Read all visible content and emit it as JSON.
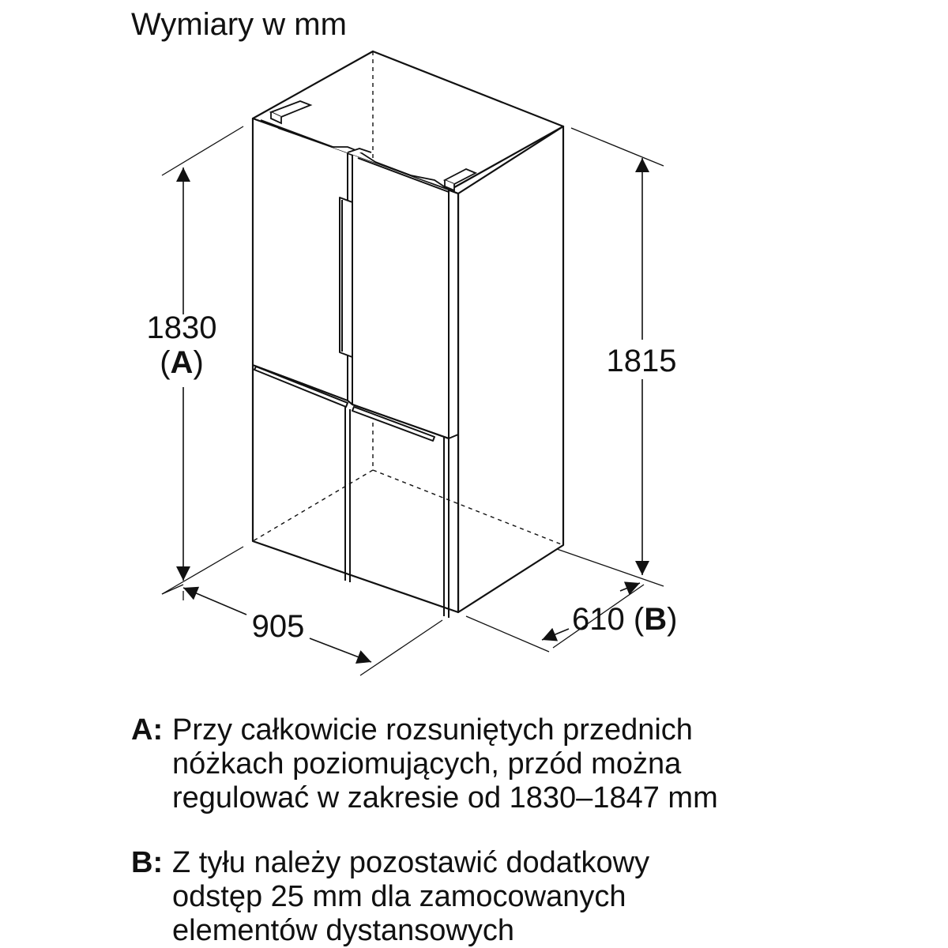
{
  "title": "Wymiary w mm",
  "dimensions": {
    "height_front": {
      "value": "1830",
      "key": "A"
    },
    "height_back": {
      "value": "1815"
    },
    "width": {
      "value": "905"
    },
    "depth": {
      "value": "610",
      "key": "B"
    }
  },
  "notes": [
    {
      "key": "A:",
      "lines": [
        "Przy całkowicie rozsuniętych przednich",
        "nóżkach poziomujących, przód można",
        "regulować w zakresie od 1830–1847 mm"
      ]
    },
    {
      "key": "B:",
      "lines": [
        "Z tyłu należy pozostawić dodatkowy",
        "odstęp 25 mm dla zamocowanych",
        "elementów dystansowych"
      ]
    }
  ]
}
